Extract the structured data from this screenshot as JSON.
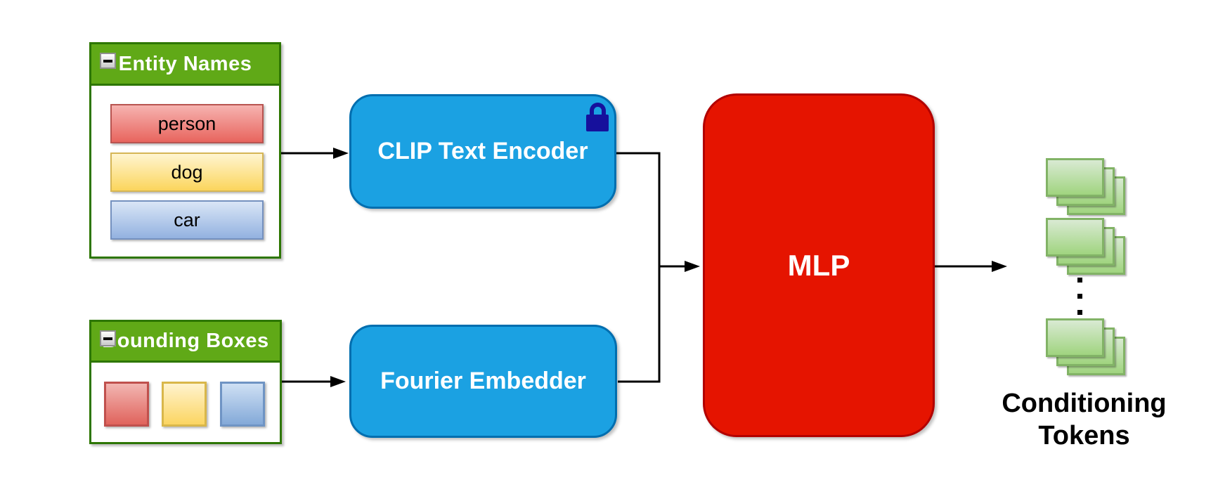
{
  "entity_names": {
    "title": "Entity Names",
    "header_fill": "#60A917",
    "header_border": "#2D7600",
    "header_text_color": "#FFFFFF",
    "collapse_icon": "minus",
    "items": [
      {
        "label": "person",
        "fill_top": "#F6B3B0",
        "fill_bottom": "#E8655E",
        "border": "#B85450"
      },
      {
        "label": "dog",
        "fill_top": "#FFF5D0",
        "fill_bottom": "#FBD55C",
        "border": "#D6B656"
      },
      {
        "label": "car",
        "fill_top": "#D9E5F6",
        "fill_bottom": "#93B2E0",
        "border": "#7591BF"
      }
    ]
  },
  "bounding_boxes": {
    "title": "Bounding Boxes",
    "header_fill": "#60A917",
    "header_border": "#2D7600",
    "header_text_color": "#FFFFFF",
    "collapse_icon": "minus",
    "squares": [
      {
        "color_name": "red",
        "fill_top": "#F2B6B2",
        "fill_bottom": "#E0635C",
        "border": "#C0504D"
      },
      {
        "color_name": "yellow",
        "fill_top": "#FFF3CE",
        "fill_bottom": "#FBD561",
        "border": "#D9B74A"
      },
      {
        "color_name": "blue",
        "fill_top": "#CFE0F4",
        "fill_bottom": "#83A9D8",
        "border": "#6F94C4"
      }
    ]
  },
  "clip_encoder": {
    "label": "CLIP Text Encoder",
    "fill": "#1BA1E2",
    "border": "#006EAF",
    "text_color": "#FFFFFF",
    "lock_icon_color": "#16109C"
  },
  "fourier_embedder": {
    "label": "Fourier Embedder",
    "fill": "#1BA1E2",
    "border": "#006EAF",
    "text_color": "#FFFFFF"
  },
  "mlp": {
    "label": "MLP",
    "fill": "#E51400",
    "border": "#B20000",
    "text_color": "#FFFFFF"
  },
  "conditioning_tokens": {
    "label_lines": [
      "Conditioning",
      "Tokens"
    ],
    "stack_count": 3,
    "cards_per_stack": 3,
    "card_fill_top": "#D9EAD3",
    "card_fill_bottom": "#A0D47F",
    "card_border": "#82B366",
    "ellipsis": "⋮"
  },
  "connectors": {
    "color": "#000000"
  }
}
